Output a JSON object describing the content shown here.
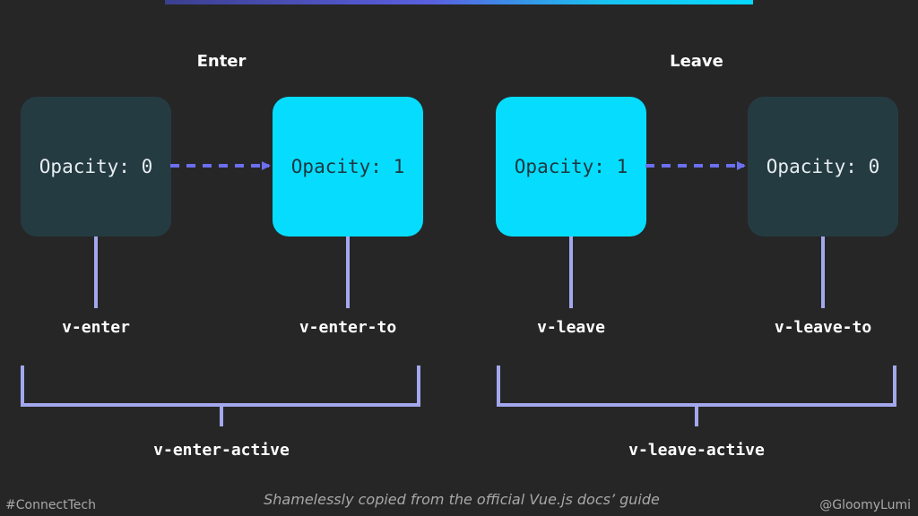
{
  "slide": {
    "enter_heading": "Enter",
    "leave_heading": "Leave",
    "boxes": [
      {
        "text": "Opacity: 0"
      },
      {
        "text": "Opacity: 1"
      },
      {
        "text": "Opacity: 1"
      },
      {
        "text": "Opacity: 0"
      }
    ],
    "labels": {
      "v_enter": "v-enter",
      "v_enter_to": "v-enter-to",
      "v_leave": "v-leave",
      "v_leave_to": "v-leave-to",
      "v_enter_active": "v-enter-active",
      "v_leave_active": "v-leave-active"
    },
    "footer": {
      "left": "#ConnectTech",
      "center": "Shamelessly copied from the official Vue.js docs’ guide",
      "right": "@GloomyLumi"
    }
  },
  "colors": {
    "background": "#262626",
    "box_dark": "#253b42",
    "box_light": "#06ddfe",
    "connector": "#a3a8ee",
    "arrow": "#6b6ff0"
  }
}
